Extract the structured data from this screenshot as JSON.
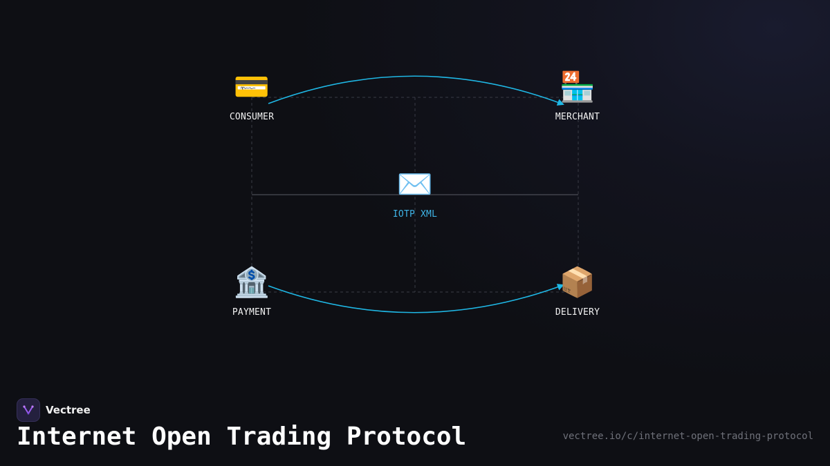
{
  "diagram": {
    "nodes": {
      "consumer": {
        "label": "CONSUMER",
        "icon": "credit-card-icon",
        "glyph": "💳"
      },
      "merchant": {
        "label": "MERCHANT",
        "icon": "convenience-store-icon",
        "glyph": "🏪"
      },
      "payment": {
        "label": "PAYMENT",
        "icon": "bank-icon",
        "glyph": "🏦"
      },
      "delivery": {
        "label": "DELIVERY",
        "icon": "package-icon",
        "glyph": "📦"
      },
      "message": {
        "label": "IOTP XML",
        "icon": "envelope-icon",
        "glyph": "✉️"
      }
    },
    "edges": [
      {
        "from": "CONSUMER",
        "to": "MERCHANT",
        "style": "arrow"
      },
      {
        "from": "PAYMENT",
        "to": "DELIVERY",
        "style": "arrow"
      }
    ],
    "colors": {
      "arrow": "#1fb8e6",
      "center_label": "#3fb5e8",
      "grid": "#3a3c46"
    }
  },
  "brand": {
    "name": "Vectree",
    "logo_icon": "vectree-logo-icon"
  },
  "footer": {
    "title": "Internet Open Trading Protocol",
    "url": "vectree.io/c/internet-open-trading-protocol"
  }
}
